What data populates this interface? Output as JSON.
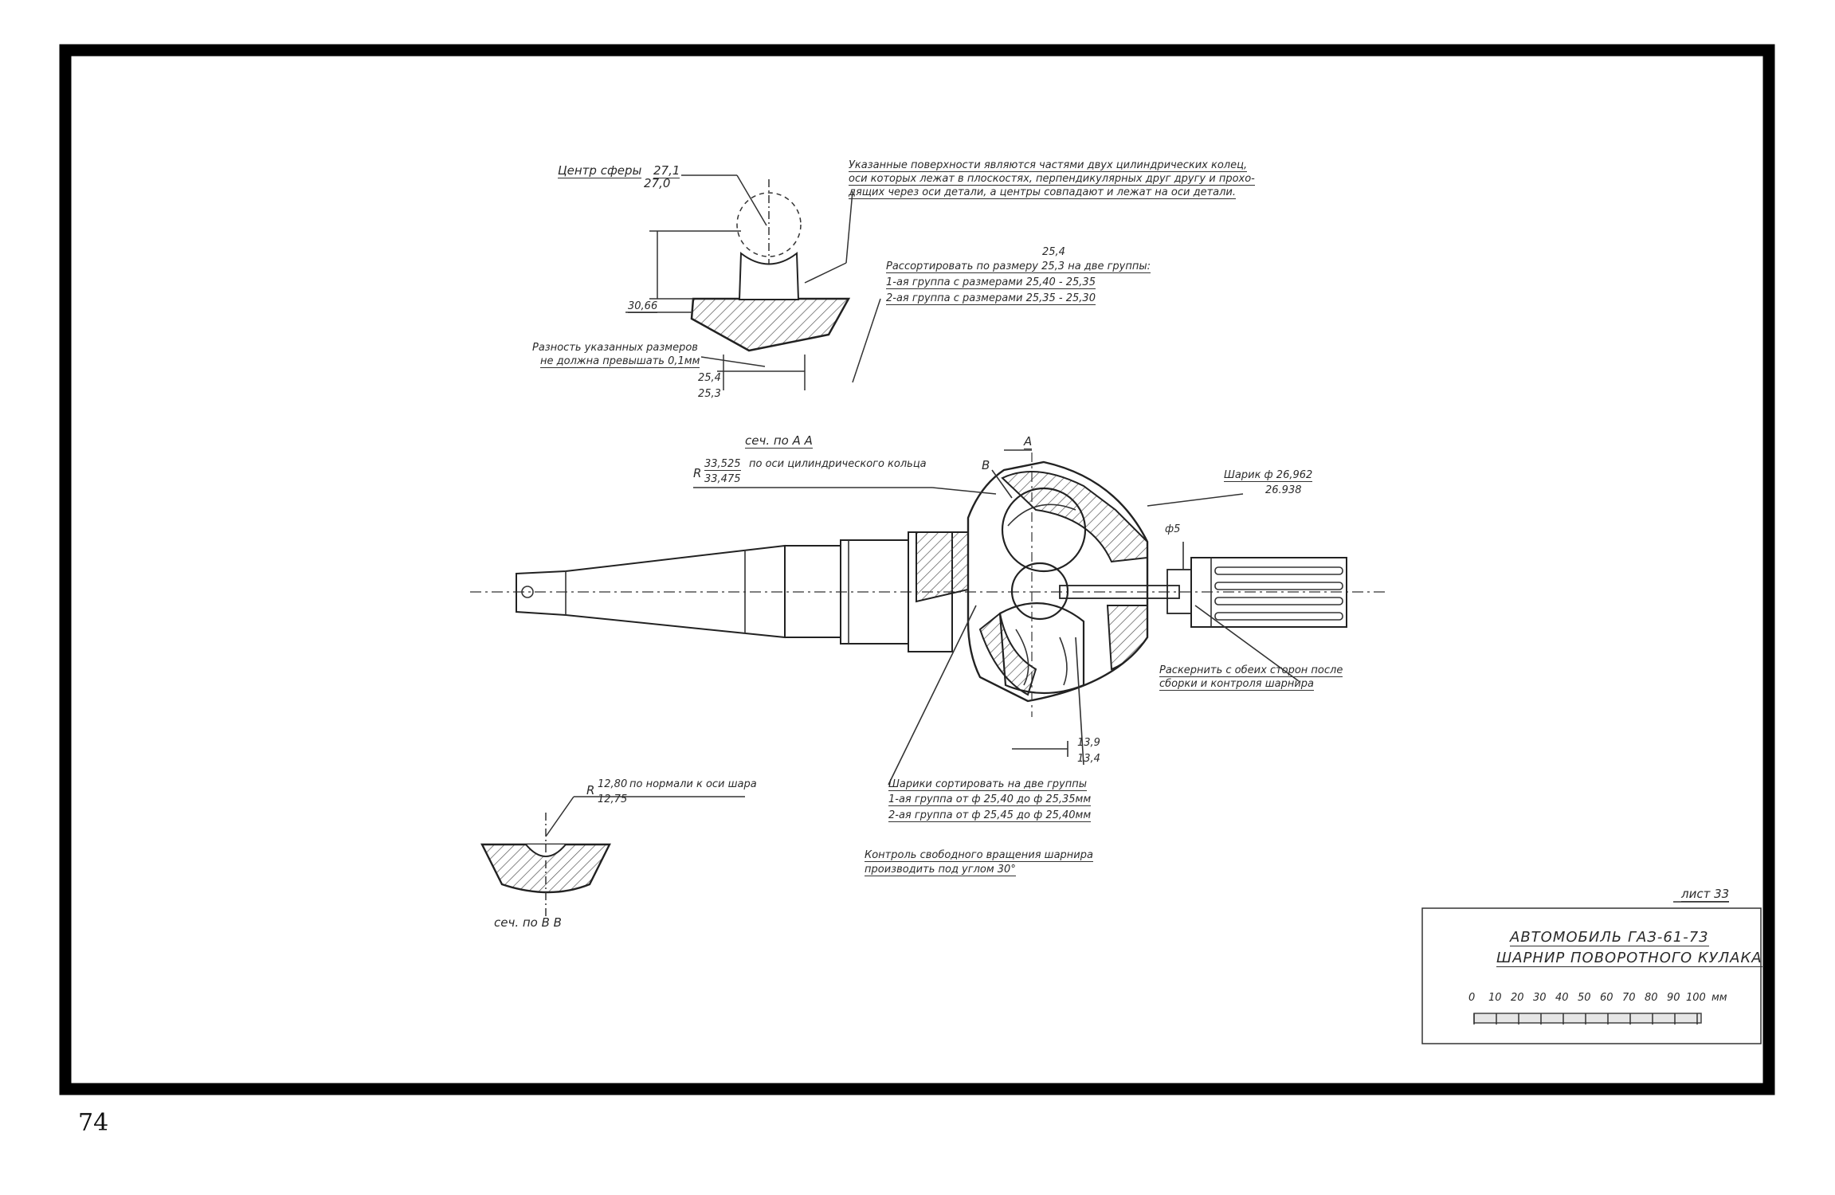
{
  "page_number": "74",
  "notes": {
    "sphere_center_label": "Центр сферы",
    "sphere_center_upper": "27,1",
    "sphere_center_lower": "27,0",
    "surfaces_note_l1": "Указанные поверхности являются частями двух цилиндрических колец,",
    "surfaces_note_l2": "оси которых лежат в плоскостях, перпендикулярных друг другу и прохо-",
    "surfaces_note_l3": "дящих через оси детали, а центры совпадают и лежат на оси детали.",
    "dim_30_66": "30,66",
    "sort_note_l1": "Рассортировать по размеру 25,3 на две группы:",
    "sort_note_upper": "25,4",
    "group1": "1-ая группа с размерами 25,40 - 25,35",
    "group2": "2-ая группа с размерами 25,35 - 25,30",
    "diff_note_l1": "Разность указанных размеров",
    "diff_note_l2": "не должна превышать 0,1мм",
    "dim_25_4": "25,4",
    "dim_25_3": "25,3",
    "section_aa": "сеч. по А А",
    "radius_r": "R",
    "radius_upper": "33,525",
    "radius_lower": "33,475",
    "radius_note": "по оси цилиндрического кольца",
    "mark_a": "А",
    "mark_b": "В",
    "ball_label": "Шарик ф 26,962",
    "ball_lower": "26.938",
    "dim_phi5": "ф5",
    "crimp_note_l1": "Раскернить с обеих сторон после",
    "crimp_note_l2": "сборки и контроля шарнира",
    "dim_13_9": "13,9",
    "dim_13_4": "13,4",
    "balls_sort_l1": "Шарики сортировать на две группы",
    "balls_group1": "1-ая группа от ф 25,40 до ф 25,35мм",
    "balls_group2": "2-ая группа от ф 25,45 до ф 25,40мм",
    "rotation_l1": "Контроль свободного вращения шарнира",
    "rotation_l2": "производить под углом 30°",
    "radius2_r": "R",
    "radius2_upper": "12,80",
    "radius2_lower": "12,75",
    "radius2_note": "по нормали к оси шара",
    "section_bb": "сеч. по В В"
  },
  "title_block": {
    "sheet_label": "лист 33",
    "line1": "АВТОМОБИЛЬ ГАЗ-61-73",
    "line2": "ШАРНИР ПОВОРОТНОГО КУЛАКА",
    "scale_ticks": [
      "0",
      "10",
      "20",
      "30",
      "40",
      "50",
      "60",
      "70",
      "80",
      "90",
      "100"
    ],
    "scale_unit": "мм"
  },
  "colors": {
    "ink": "#2a2a2a",
    "frame": "#000000",
    "hatch": "#555555"
  }
}
